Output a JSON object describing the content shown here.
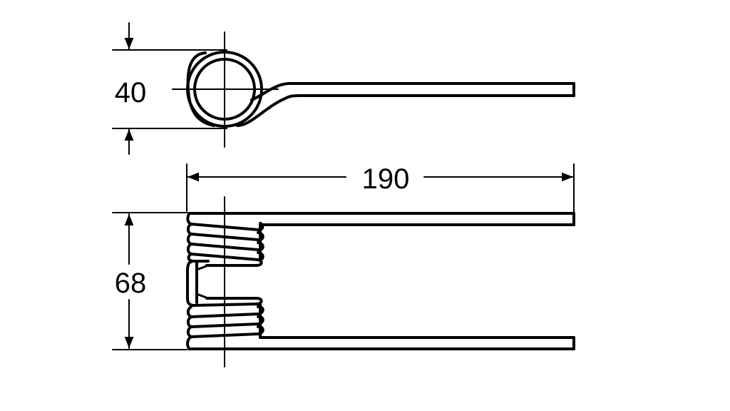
{
  "dimensions": {
    "coil_diameter": "40",
    "overall_length": "190",
    "coil_width": "68"
  },
  "colors": {
    "line": "#000000",
    "background": "#ffffff"
  }
}
